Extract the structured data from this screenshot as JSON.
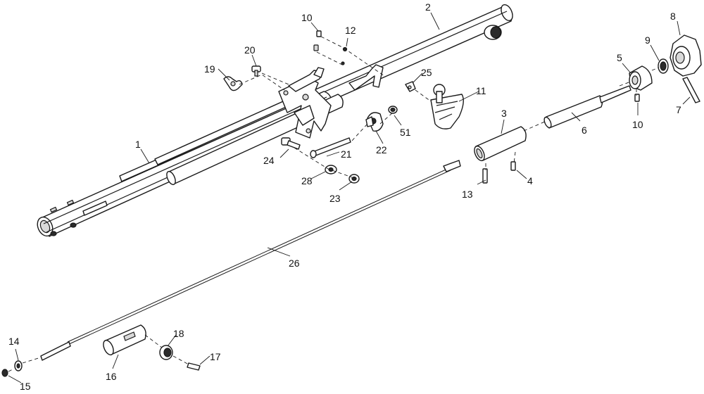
{
  "callouts": [
    {
      "id": "c1",
      "text": "1"
    },
    {
      "id": "c2",
      "text": "2"
    },
    {
      "id": "c3",
      "text": "3"
    },
    {
      "id": "c4",
      "text": "4"
    },
    {
      "id": "c5",
      "text": "5"
    },
    {
      "id": "c6",
      "text": "6"
    },
    {
      "id": "c7",
      "text": "7"
    },
    {
      "id": "c8",
      "text": "8"
    },
    {
      "id": "c9",
      "text": "9"
    },
    {
      "id": "c10a",
      "text": "10"
    },
    {
      "id": "c10b",
      "text": "10"
    },
    {
      "id": "c11",
      "text": "11"
    },
    {
      "id": "c12",
      "text": "12"
    },
    {
      "id": "c13",
      "text": "13"
    },
    {
      "id": "c14",
      "text": "14"
    },
    {
      "id": "c15",
      "text": "15"
    },
    {
      "id": "c16",
      "text": "16"
    },
    {
      "id": "c17",
      "text": "17"
    },
    {
      "id": "c18",
      "text": "18"
    },
    {
      "id": "c19",
      "text": "19"
    },
    {
      "id": "c20",
      "text": "20"
    },
    {
      "id": "c21",
      "text": "21"
    },
    {
      "id": "c22",
      "text": "22"
    },
    {
      "id": "c23",
      "text": "23"
    },
    {
      "id": "c24",
      "text": "24"
    },
    {
      "id": "c25",
      "text": "25"
    },
    {
      "id": "c26",
      "text": "26"
    },
    {
      "id": "c28",
      "text": "28"
    },
    {
      "id": "c51",
      "text": "51"
    }
  ]
}
